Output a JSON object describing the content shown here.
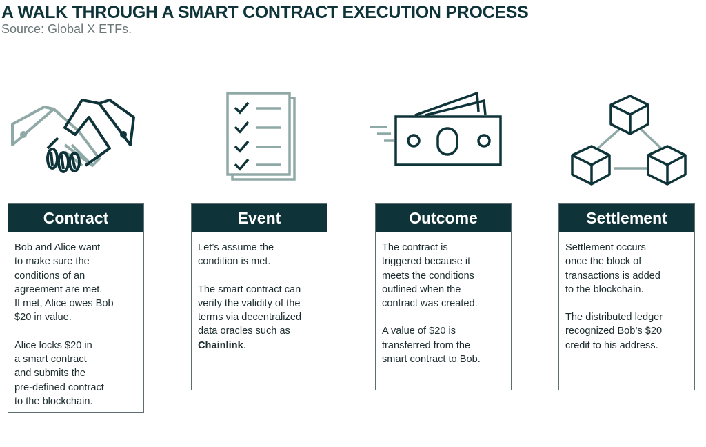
{
  "title": "A WALK THROUGH A SMART CONTRACT EXECUTION PROCESS",
  "source": "Source: Global X ETFs.",
  "colors": {
    "dark": "#0e3439",
    "icon_light": "#8fa9a6"
  },
  "steps": [
    {
      "icon": "handshake-icon",
      "title": "Contract",
      "paragraphs": [
        [
          "Bob and Alice want",
          "to make sure the",
          "conditions of an",
          "agreement are met.",
          "If met, Alice owes Bob",
          "$20 in value."
        ],
        [
          "Alice locks $20 in",
          "a smart contract",
          "and submits the",
          "pre-defined contract",
          "to the blockchain."
        ]
      ]
    },
    {
      "icon": "checklist-icon",
      "title": "Event",
      "paragraphs": [
        [
          "Let’s assume the",
          "condition is met."
        ],
        [
          "The smart contract can",
          "verify the validity of the",
          "terms via decentralized",
          "data oracles such as"
        ]
      ],
      "bold_end": "Chainlink",
      "bold_suffix": "."
    },
    {
      "icon": "money-icon",
      "title": "Outcome",
      "paragraphs": [
        [
          "The contract is",
          "triggered because it",
          "meets the conditions",
          "outlined when the",
          "contract was created."
        ],
        [
          "A value of $20 is",
          "transferred from the",
          "smart contract to Bob."
        ]
      ]
    },
    {
      "icon": "blockchain-icon",
      "title": "Settlement",
      "paragraphs": [
        [
          "Settlement occurs",
          "once the block of",
          "transactions is added",
          "to the blockchain."
        ],
        [
          "The distributed ledger",
          "recognized Bob’s $20",
          "credit to his address."
        ]
      ]
    }
  ]
}
